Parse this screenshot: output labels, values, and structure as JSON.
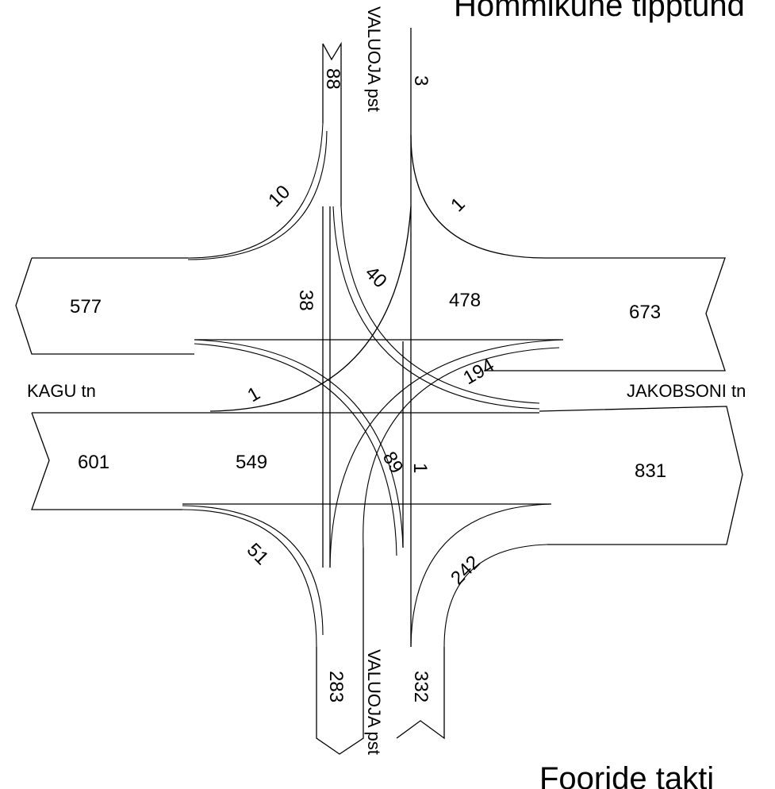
{
  "header": {
    "title": "Hommikune tipptund"
  },
  "footer": {
    "title": "Fooride takti"
  },
  "streets": {
    "north": "VALUOJA pst",
    "south": "VALUOJA pst",
    "west": "KAGU tn",
    "east": "JAKOBSONI tn"
  },
  "approach_totals": {
    "west_out": "577",
    "west_in": "601",
    "east_in": "673",
    "east_out": "831",
    "north_in": "88",
    "north_out": "3",
    "south_out": "283",
    "south_in": "332"
  },
  "movements": {
    "south_to_west": "10",
    "west_to_north": "1",
    "south_to_north": "38",
    "north_to_east": "40",
    "east_to_west": "478",
    "east_to_south": "194",
    "north_to_west": "1",
    "west_to_east": "549",
    "west_to_south": "89",
    "south_to_north_b": "1",
    "north_to_south": "51",
    "west_to_north_b": "242"
  }
}
